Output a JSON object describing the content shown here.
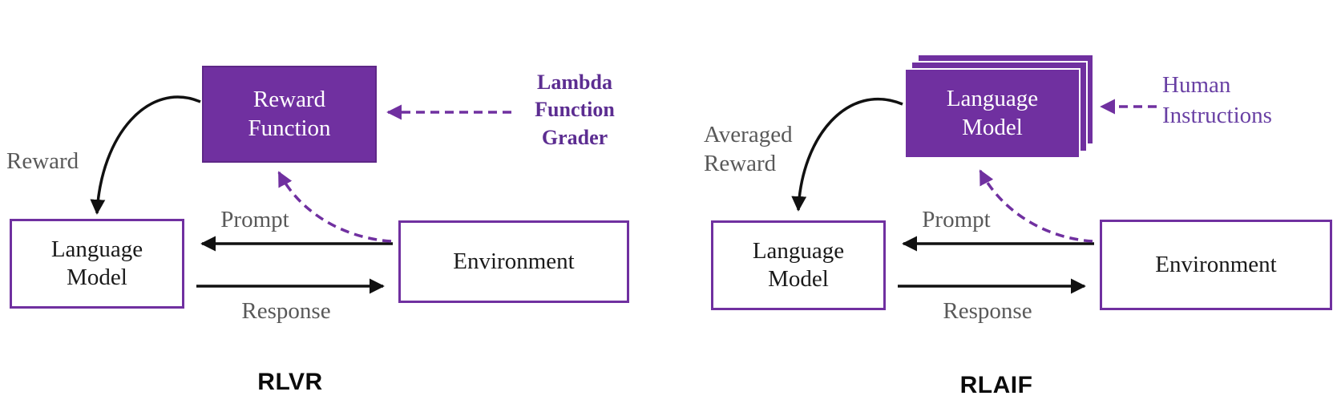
{
  "rlvr": {
    "title": "RLVR",
    "reward_function_box": "Reward\nFunction",
    "grader_label": "Lambda\nFunction\nGrader",
    "reward_label": "Reward",
    "language_model_box": "Language\nModel",
    "environment_box": "Environment",
    "prompt_label": "Prompt",
    "response_label": "Response"
  },
  "rlaif": {
    "title": "RLAIF",
    "model_stack_box": "Language\nModel",
    "human_label": "Human\nInstructions",
    "averaged_reward_label": "Averaged\nReward",
    "language_model_box": "Language\nModel",
    "environment_box": "Environment",
    "prompt_label": "Prompt",
    "response_label": "Response"
  },
  "colors": {
    "purple_fill": "#7030A0",
    "purple_border": "#7030A0",
    "purple_text_bold": "#5C2D91",
    "purple_text": "#6940A4",
    "gray_text": "#595959",
    "ink": "#111111"
  }
}
